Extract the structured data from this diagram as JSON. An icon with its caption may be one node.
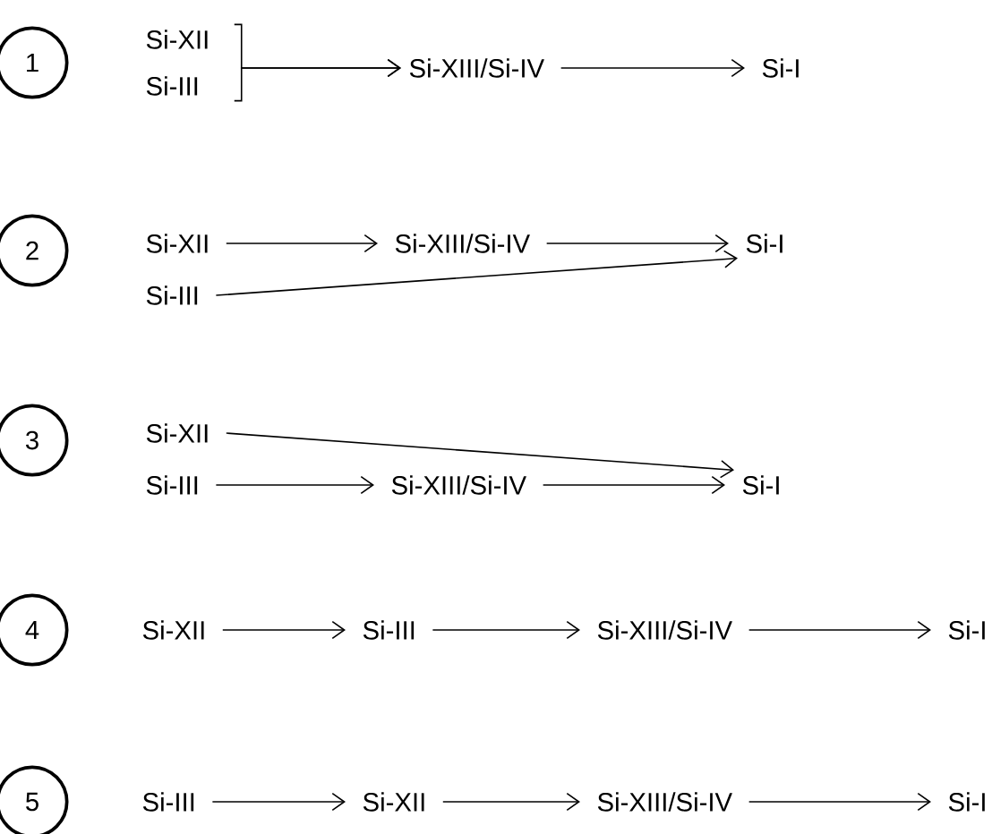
{
  "diagram": {
    "nodes": [
      {
        "text": [
          "1"
        ]
      },
      {
        "text": [
          "Si-XII"
        ]
      },
      {
        "text": [
          "Si-III"
        ]
      },
      {
        "text": [
          "Si-XIII/Si-IV"
        ]
      },
      {
        "text": [
          "Si-I"
        ]
      },
      {
        "text": [
          "2"
        ]
      },
      {
        "text": [
          "Si-XII"
        ]
      },
      {
        "text": [
          "Si-XIII/Si-IV"
        ]
      },
      {
        "text": [
          "Si-I"
        ]
      },
      {
        "text": [
          "Si-III"
        ]
      },
      {
        "text": [
          "3"
        ]
      },
      {
        "text": [
          "Si-XII"
        ]
      },
      {
        "text": [
          "Si-III"
        ]
      },
      {
        "text": [
          "Si-XIII/Si-IV"
        ]
      },
      {
        "text": [
          "Si-I"
        ]
      },
      {
        "text": [
          "4"
        ]
      },
      {
        "text": [
          "Si-XII"
        ]
      },
      {
        "text": [
          "Si-III"
        ]
      },
      {
        "text": [
          "Si-XIII/Si-IV"
        ]
      },
      {
        "text": [
          "Si-I"
        ]
      },
      {
        "text": [
          "5"
        ]
      },
      {
        "text": [
          "Si-III"
        ]
      },
      {
        "text": [
          "Si-XII"
        ]
      },
      {
        "text": [
          "Si-XIII/Si-IV"
        ]
      },
      {
        "text": [
          "Si-I"
        ]
      }
    ],
    "edges": [
      {
        "from": 1,
        "to": 3,
        "arrow": "to"
      },
      {
        "from": 2,
        "to": 3,
        "arrow": "to"
      },
      {
        "from": 3,
        "to": 4,
        "arrow": "to"
      },
      {
        "from": 6,
        "to": 7,
        "arrow": "to"
      },
      {
        "from": 7,
        "to": 8,
        "arrow": "to"
      },
      {
        "from": 9,
        "to": 8,
        "arrow": "to"
      },
      {
        "from": 11,
        "to": 14,
        "arrow": "to"
      },
      {
        "from": 12,
        "to": 13,
        "arrow": "to"
      },
      {
        "from": 13,
        "to": 14,
        "arrow": "to"
      },
      {
        "from": 16,
        "to": 17,
        "arrow": "to"
      },
      {
        "from": 17,
        "to": 18,
        "arrow": "to"
      },
      {
        "from": 18,
        "to": 19,
        "arrow": "to"
      },
      {
        "from": 21,
        "to": 22,
        "arrow": "to"
      },
      {
        "from": 22,
        "to": 23,
        "arrow": "to"
      },
      {
        "from": 23,
        "to": 24,
        "arrow": "to"
      }
    ]
  }
}
